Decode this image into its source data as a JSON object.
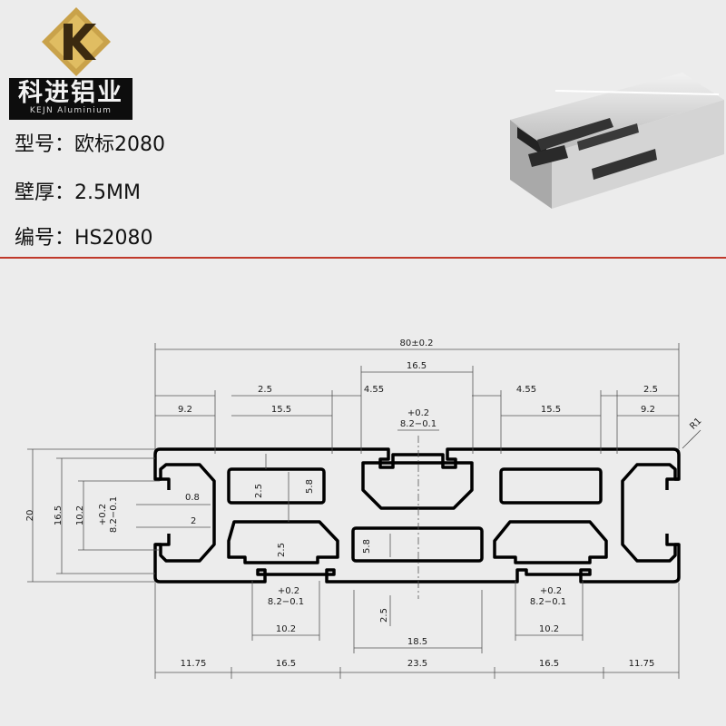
{
  "brand": {
    "name_cn": "科进铝业",
    "name_en": "KEJN Aluminium",
    "logo_letter": "K",
    "colors": {
      "gold": "#c9a24a",
      "plate": "#0d0d0d",
      "rule": "#c0392b"
    }
  },
  "specs": [
    {
      "label": "型号：",
      "value": "欧标2080"
    },
    {
      "label": "壁厚：",
      "value": "2.5MM"
    },
    {
      "label": "编号：",
      "value": "HS2080"
    }
  ],
  "drawing": {
    "overall_width": "80±0.2",
    "top_dims": {
      "slot_open": "16.5",
      "wall_left": "2.5",
      "wall_right": "2.5",
      "lip_left": "4.55",
      "lip_right": "4.55",
      "edge_left": "9.2",
      "edge_right": "9.2",
      "pocket_left": "15.5",
      "pocket_right": "15.5",
      "radius": "R1"
    },
    "slot_tol": {
      "plus": "+0.2",
      "base": "8.2−0.1"
    },
    "left_dims": {
      "height": "20",
      "inner": "16.5",
      "slot": "10.2",
      "lip": "0.8",
      "gap": "2",
      "tol_plus": "+0.2",
      "tol_base": "8.2−0.1"
    },
    "inner_dims": {
      "wall_a": "2.5",
      "pocket_h": "5.8",
      "wall_b": "2.5",
      "pocket_h2": "5.8",
      "wall_c": "2.5"
    },
    "bottom_dims": {
      "slot_a": "10.2",
      "slot_b": "18.5",
      "slot_c": "10.2",
      "seg_1": "11.75",
      "seg_2": "16.5",
      "seg_3": "23.5",
      "seg_4": "16.5",
      "seg_5": "11.75"
    }
  }
}
